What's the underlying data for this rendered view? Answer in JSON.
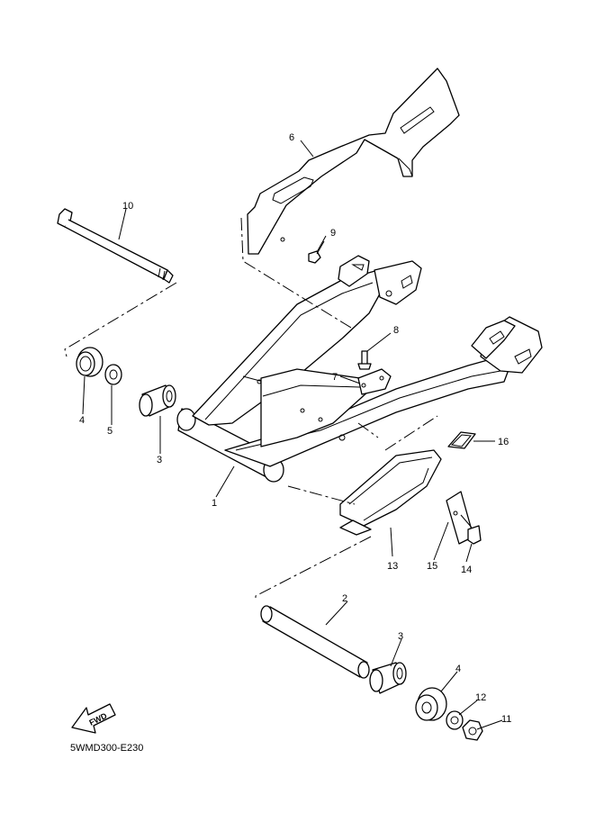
{
  "callouts": [
    {
      "id": "c1",
      "label": "1"
    },
    {
      "id": "c2",
      "label": "2"
    },
    {
      "id": "c3a",
      "label": "3"
    },
    {
      "id": "c3b",
      "label": "3"
    },
    {
      "id": "c4a",
      "label": "4"
    },
    {
      "id": "c4b",
      "label": "4"
    },
    {
      "id": "c5",
      "label": "5"
    },
    {
      "id": "c6",
      "label": "6"
    },
    {
      "id": "c7",
      "label": "7"
    },
    {
      "id": "c8",
      "label": "8"
    },
    {
      "id": "c9",
      "label": "9"
    },
    {
      "id": "c10",
      "label": "10"
    },
    {
      "id": "c11",
      "label": "11"
    },
    {
      "id": "c12",
      "label": "12"
    },
    {
      "id": "c13",
      "label": "13"
    },
    {
      "id": "c14",
      "label": "14"
    },
    {
      "id": "c15",
      "label": "15"
    },
    {
      "id": "c16",
      "label": "16"
    }
  ],
  "fwd_label": "FWD",
  "diagram_code": "5WMD300-E230"
}
